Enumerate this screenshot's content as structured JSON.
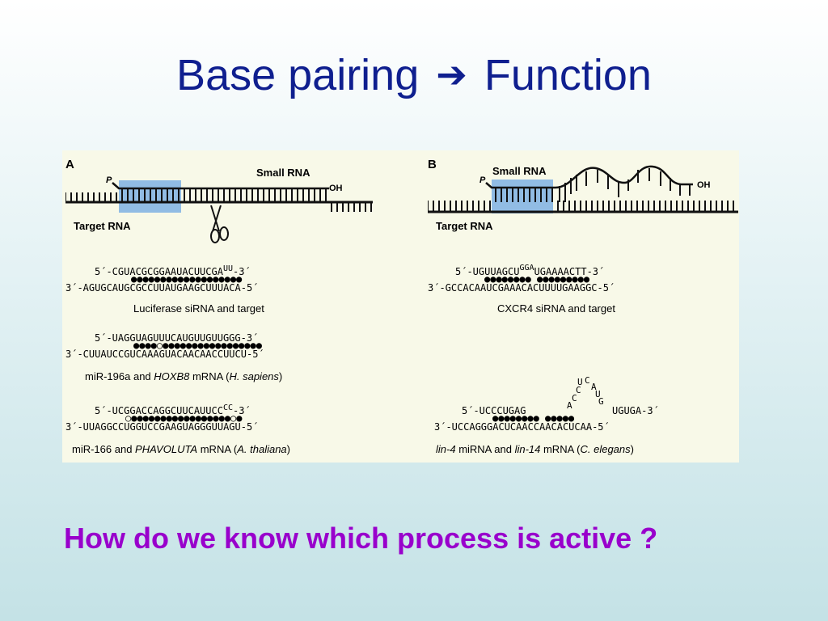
{
  "slide": {
    "title_left": "Base pairing",
    "arrow": "➔",
    "title_right": "Function",
    "question": "How do we know which process is active ?"
  },
  "panel_a": {
    "label": "A",
    "small_rna": "Small RNA",
    "phosphate": "P",
    "hydroxyl": "OH",
    "target_rna": "Target RNA",
    "icon": "scissors-icon",
    "examples": [
      {
        "top": "5´-CGUACGCGGAAUACUUCGA",
        "top_bulge": "UU",
        "top_end": "-3´",
        "bottom": "3´-AGUGCAUGCGCCUUAUGAAGCUUUACA-5´",
        "caption_parts": [
          "Luciferase siRNA and target"
        ]
      },
      {
        "top": "5´-UAGGUAGUUUCAUGUUGUUGGG-3´",
        "top_bulge": "",
        "top_end": "",
        "bottom": "3´-CUUAUCCGUCAAAGUACAACAACCUUCU-5´",
        "caption_parts": [
          "miR-196a and ",
          "HOXB8",
          " mRNA (",
          "H. sapiens",
          ")"
        ]
      },
      {
        "top": "5´-UCGGACCAGGCUUCAUUCC",
        "top_bulge": "CC",
        "top_end": "-3´",
        "bottom": "3´-UUAGGCCUGGUCCGAAGUAGGGUUAGU-5´",
        "caption_parts": [
          "miR-166 and ",
          "PHAVOLUTA",
          " mRNA (",
          "A. thaliana",
          ")"
        ]
      }
    ]
  },
  "panel_b": {
    "label": "B",
    "small_rna": "Small RNA",
    "phosphate": "P",
    "hydroxyl": "OH",
    "target_rna": "Target RNA",
    "examples": [
      {
        "top_left": "5´-UGUUAGCU",
        "top_bulge": "GGA",
        "top_right": "UGAAAACTT-3´",
        "bottom": "3´-GCCACAAUCGAAACACUUUUGAAGGC-5´",
        "caption_parts": [
          "CXCR4 siRNA and target"
        ]
      },
      {
        "loop": "UCAUGCCA",
        "top_left": "5´-UCCCUGAG",
        "top_right": "UGUGA-3´",
        "bottom": "3´-UCCAGGGACUCAACCAACACUCAA-5´",
        "caption_parts": [
          "lin-4",
          " miRNA and ",
          "lin-14",
          " mRNA (",
          "C. elegans",
          ")"
        ]
      }
    ]
  },
  "colors": {
    "title": "#0f1f8f",
    "question": "#9900cc",
    "highlight": "#6fa7e3",
    "figure_bg": "#f8f9e8"
  }
}
